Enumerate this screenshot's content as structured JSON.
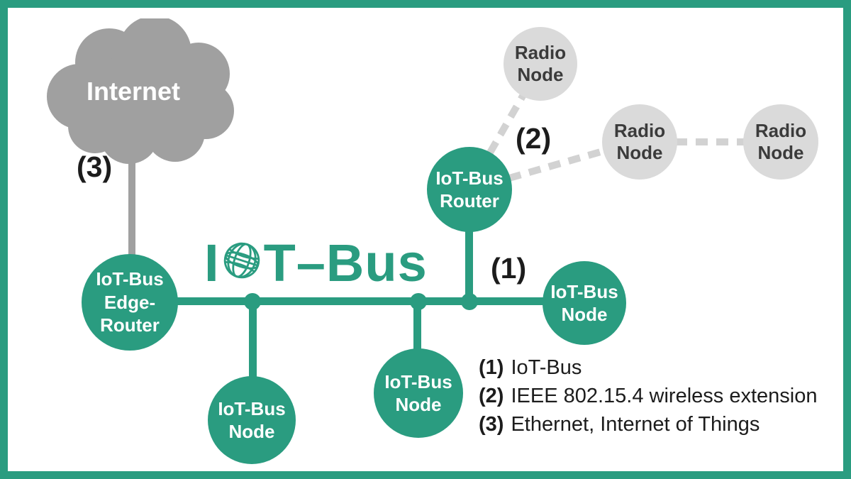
{
  "colors": {
    "green": "#2A9C80",
    "cloud_gray": "#A0A0A0",
    "radio_gray": "#DADADA",
    "dash_gray": "#D2D2D2",
    "text_dark": "#1C1C1C",
    "radio_text": "#3B3B3B"
  },
  "title": {
    "prefix": "I",
    "icon": "globe-icon",
    "suffix": "T–Bus"
  },
  "cloud": {
    "label": "Internet"
  },
  "nodes": {
    "edge_router": {
      "label": "IoT-Bus\nEdge-\nRouter"
    },
    "node_left": {
      "label": "IoT-Bus\nNode"
    },
    "node_mid": {
      "label": "IoT-Bus\nNode"
    },
    "node_right": {
      "label": "IoT-Bus\nNode"
    },
    "router": {
      "label": "IoT-Bus\nRouter"
    },
    "radio_top": {
      "label": "Radio\nNode"
    },
    "radio_mid": {
      "label": "Radio\nNode"
    },
    "radio_right": {
      "label": "Radio\nNode"
    }
  },
  "annotations": {
    "bus": "(1)",
    "wireless": "(2)",
    "ethernet": "(3)"
  },
  "legend": {
    "items": [
      {
        "key": "(1)",
        "text": "IoT-Bus"
      },
      {
        "key": "(2)",
        "text": "IEEE 802.15.4 wireless extension"
      },
      {
        "key": "(3)",
        "text": "Ethernet, Internet of Things"
      }
    ]
  }
}
